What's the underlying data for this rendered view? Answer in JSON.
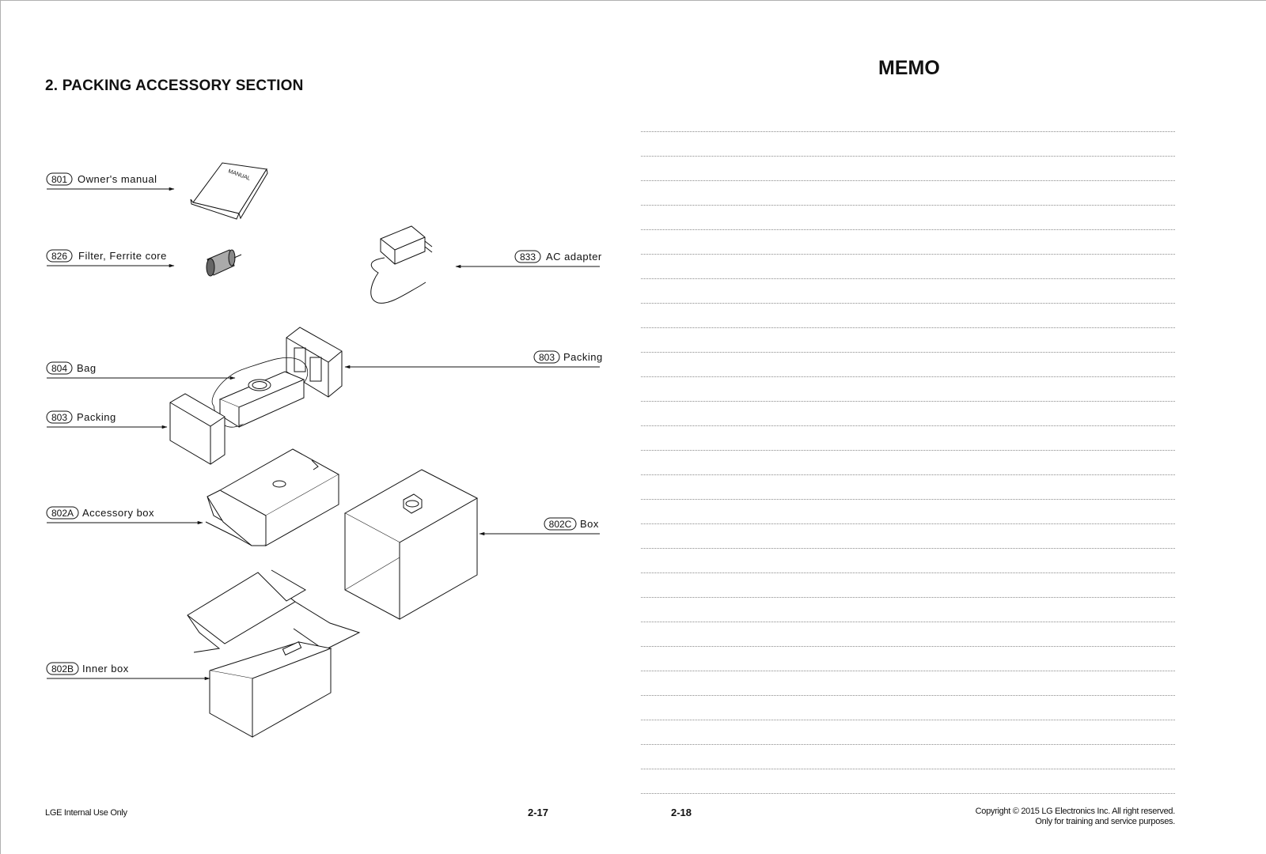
{
  "left_page": {
    "section_title": "2. PACKING ACCESSORY SECTION",
    "parts": [
      {
        "code": "801",
        "name": "Owner's manual"
      },
      {
        "code": "826",
        "name": "Filter, Ferrite core"
      },
      {
        "code": "833",
        "name": "AC adapter"
      },
      {
        "code": "803",
        "name": "Packing"
      },
      {
        "code": "804",
        "name": "Bag"
      },
      {
        "code": "803",
        "name": "Packing"
      },
      {
        "code": "802A",
        "name": "Accessory box"
      },
      {
        "code": "802C",
        "name": "Box"
      },
      {
        "code": "802B",
        "name": "Inner box"
      }
    ],
    "manual_cover_text": "MANUAL",
    "footer_text": "LGE Internal Use Only",
    "page_number": "2-17"
  },
  "right_page": {
    "title": "MEMO",
    "page_number": "2-18",
    "copyright_line1": "Copyright © 2015 LG Electronics Inc. All right reserved.",
    "copyright_line2": "Only for training and service purposes."
  }
}
